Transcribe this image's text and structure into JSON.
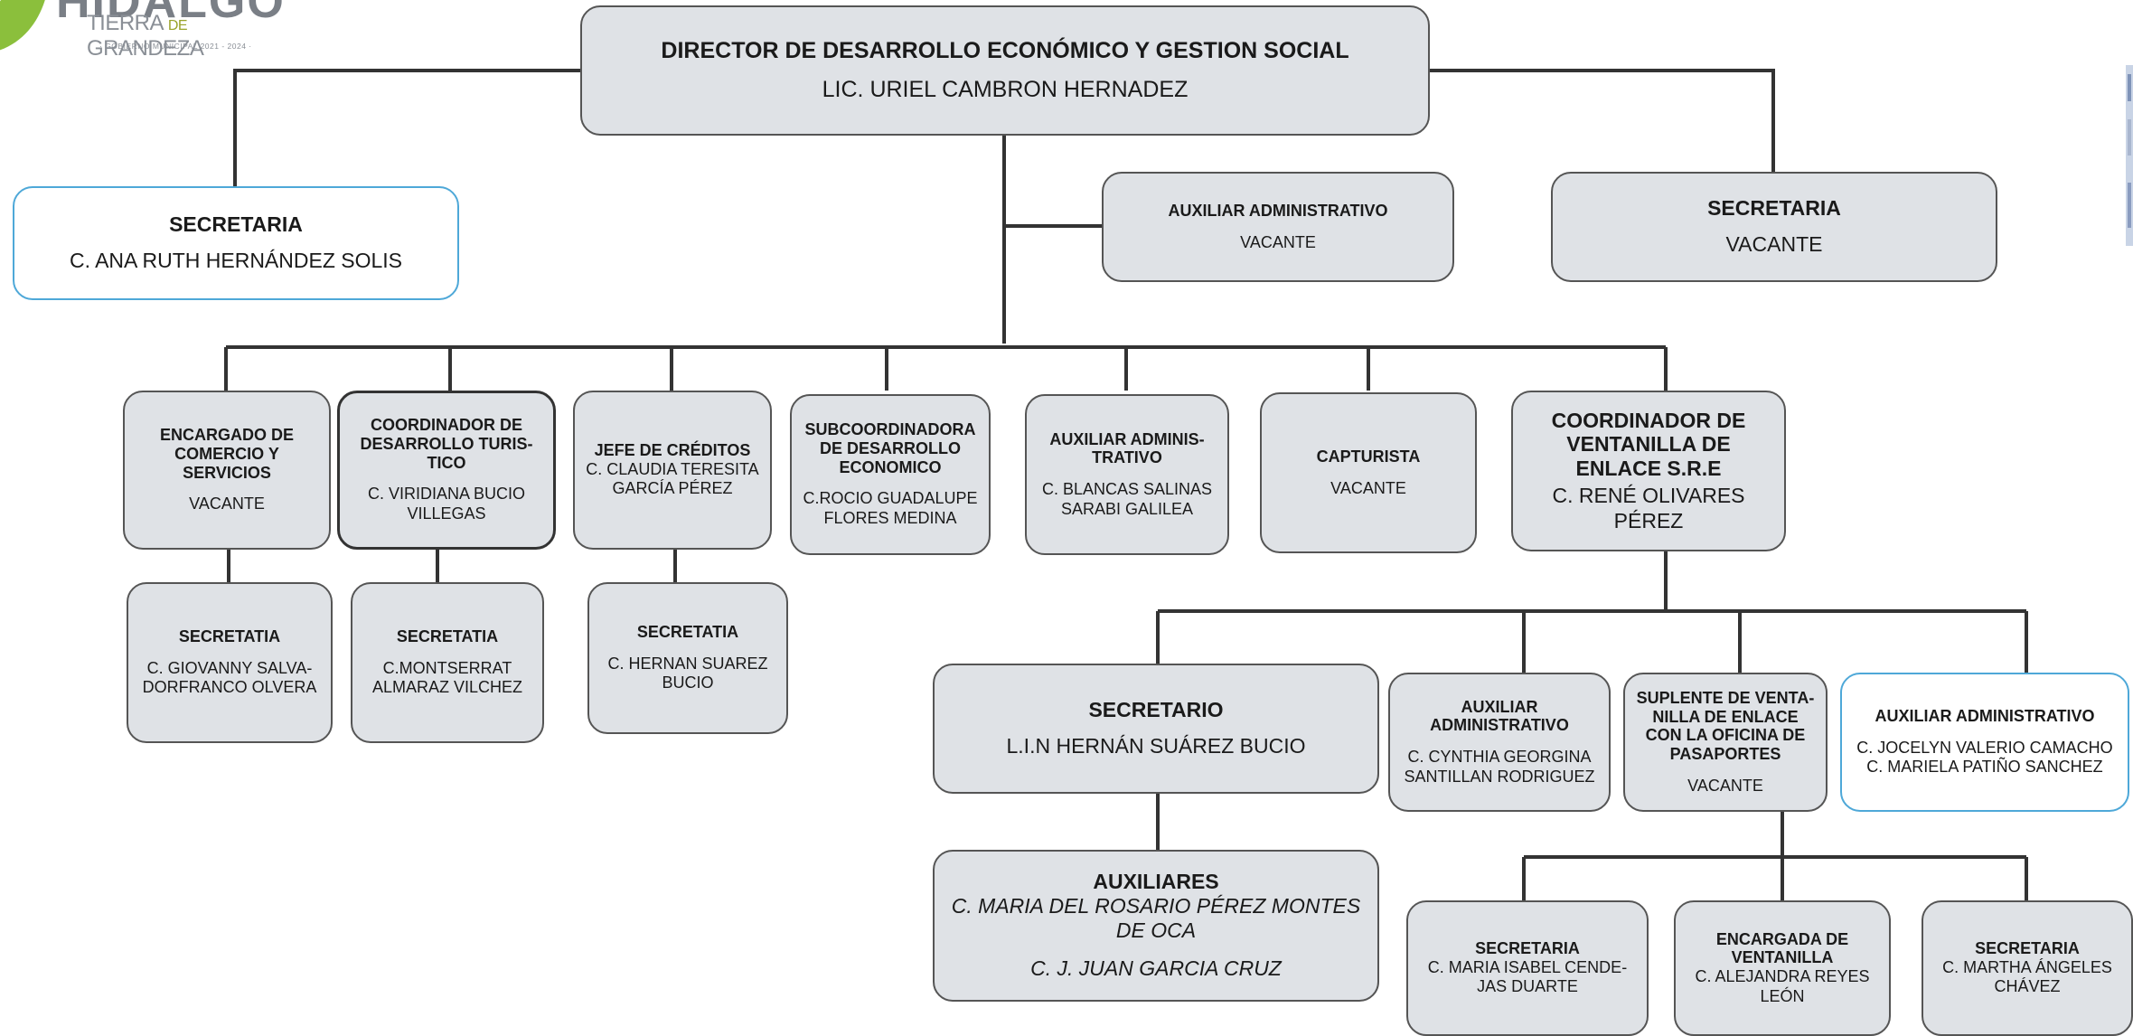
{
  "logo": {
    "wordmark": "HIDALGO",
    "tagline_1": "TIERRA",
    "tagline_de": "DE",
    "tagline_2": "GRANDEZA",
    "subline": "· GOBIERNO MUNICIPAL  2021 - 2024 ·"
  },
  "colors": {
    "box_fill": "#dfe2e6",
    "box_border": "#555555",
    "highlight_border": "#4ea8d8",
    "line": "#333333",
    "logo_green": "#8bbf3c"
  },
  "director": {
    "title": "DIRECTOR DE DESARROLLO ECONÓMICO Y GESTION SOCIAL",
    "name": "LIC. URIEL CAMBRON HERNADEZ"
  },
  "top_staff": {
    "secretaria_left": {
      "title": "SECRETARIA",
      "name": "C. ANA RUTH HERNÁNDEZ SOLIS"
    },
    "auxiliar": {
      "title": "AUXILIAR ADMINISTRATIVO",
      "name": "VACANTE"
    },
    "secretaria_right": {
      "title": "SECRETARIA",
      "name": "VACANTE"
    }
  },
  "level2": {
    "comercio": {
      "title": "ENCARGADO DE COMERCIO Y SERVICIOS",
      "name": "VACANTE"
    },
    "turistico": {
      "title": "COORDINADOR DE DESARROLLO TURIS-TICO",
      "name": "C. VIRIDIANA BUCIO VILLEGAS"
    },
    "creditos": {
      "title": "JEFE  DE CRÉDITOS",
      "name": "C. CLAUDIA TERESITA GARCÍA PÉREZ"
    },
    "subcoordinadora": {
      "title": "SUBCOORDINADORA DE DESARROLLO ECONOMICO",
      "name": "C.ROCIO GUADALUPE FLORES MEDINA"
    },
    "auxiliar2": {
      "title": "AUXILIAR ADMINIS-TRATIVO",
      "name": "C. BLANCAS SALINAS SARABI GALILEA"
    },
    "capturista": {
      "title": "CAPTURISTA",
      "name": "VACANTE"
    },
    "ventanilla": {
      "title": "COORDINADOR DE VENTANILLA DE ENLACE S.R.E",
      "name": "C. RENÉ OLIVARES PÉREZ"
    }
  },
  "level3": {
    "sec_comercio": {
      "title": "SECRETATIA",
      "name": "C. GIOVANNY SALVA-DORFRANCO OLVERA"
    },
    "sec_turistico": {
      "title": "SECRETATIA",
      "name": "C.MONTSERRAT ALMARAZ VILCHEZ"
    },
    "sec_creditos": {
      "title": "SECRETATIA",
      "name": "C. HERNAN SUAREZ BUCIO"
    }
  },
  "ventanilla_staff": {
    "secretario": {
      "title": "SECRETARIO",
      "name": "L.I.N HERNÁN SUÁREZ BUCIO"
    },
    "auxiliar": {
      "title": "AUXILIAR ADMINISTRATIVO",
      "name": "C. CYNTHIA GEORGINA SANTILLAN RODRIGUEZ"
    },
    "suplente": {
      "title": "SUPLENTE DE VENTA-NILLA DE ENLACE CON LA OFICINA DE PASAPORTES",
      "name": "VACANTE"
    },
    "auxiliar_right": {
      "title": "AUXILIAR ADMINISTRATIVO",
      "name_1": "C. JOCELYN VALERIO CAMACHO",
      "name_2": "C. MARIELA PATIÑO SANCHEZ"
    }
  },
  "auxiliares": {
    "title": "AUXILIARES",
    "name_1": "C. MARIA DEL ROSARIO PÉREZ MONTES DE OCA",
    "name_2": "C. J. JUAN GARCIA CRUZ"
  },
  "pasaportes_staff": {
    "sec_1": {
      "title": "SECRETARIA",
      "name": "C. MARIA ISABEL CENDE-JAS DUARTE"
    },
    "encargada": {
      "title": "ENCARGADA DE VENTANILLA",
      "name": "C. ALEJANDRA REYES LEÓN"
    },
    "sec_2": {
      "title": "SECRETARIA",
      "name": "C. MARTHA ÁNGELES CHÁVEZ"
    }
  }
}
